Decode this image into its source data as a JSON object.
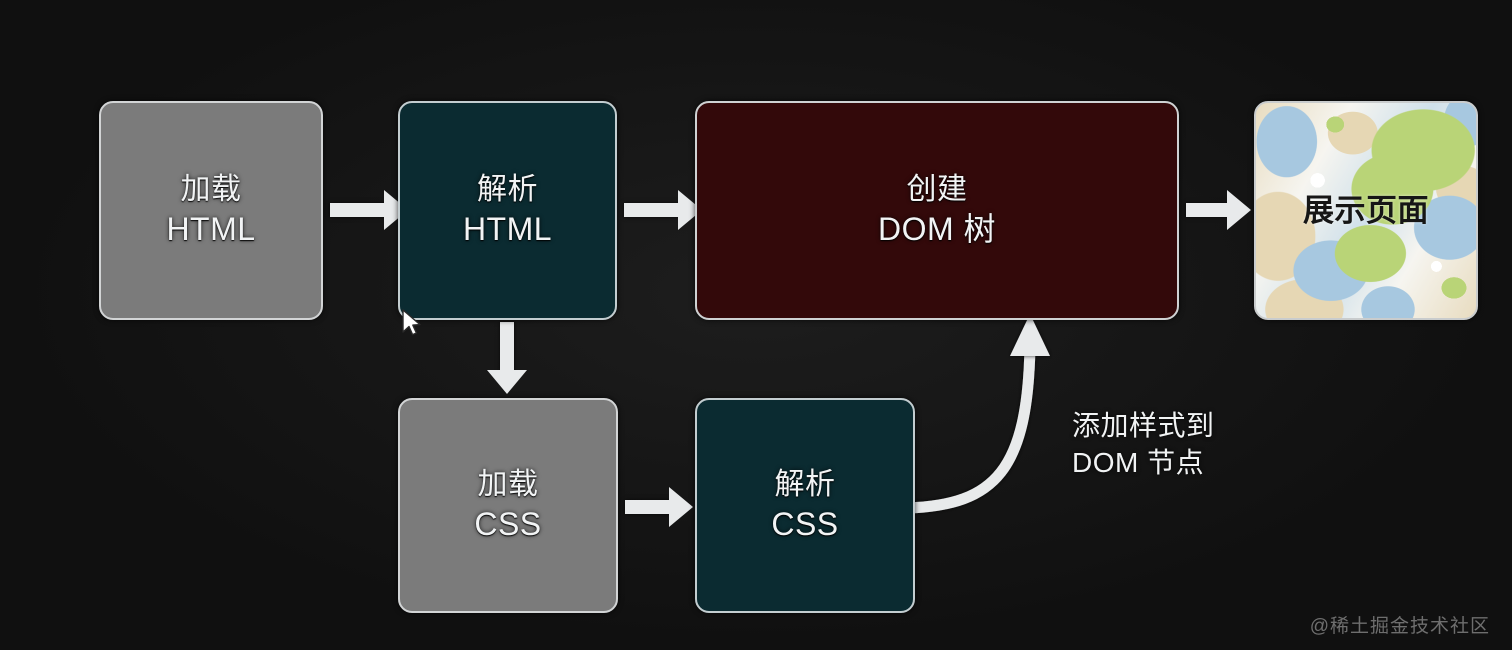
{
  "diagram": {
    "background_color": "#101010",
    "nodes": [
      {
        "id": "load-html",
        "line1": "加载",
        "line2": "HTML",
        "style": "gray",
        "fill": "#7b7b7b"
      },
      {
        "id": "parse-html",
        "line1": "解析",
        "line2": "HTML",
        "style": "teal",
        "fill": "#0b2b31"
      },
      {
        "id": "create-dom",
        "line1": "创建",
        "line2": "DOM 树",
        "style": "maroon",
        "fill": "#33090a"
      },
      {
        "id": "show-page",
        "line1": "展示页面",
        "line2": "",
        "style": "image",
        "fill": "#f4f3ee"
      },
      {
        "id": "load-css",
        "line1": "加载",
        "line2": "CSS",
        "style": "gray",
        "fill": "#7b7b7b"
      },
      {
        "id": "parse-css",
        "line1": "解析",
        "line2": "CSS",
        "style": "teal",
        "fill": "#0b2b31"
      }
    ],
    "edges": [
      {
        "id": "load-html-to-parse-html",
        "label": ""
      },
      {
        "id": "parse-html-to-create-dom",
        "label": ""
      },
      {
        "id": "create-dom-to-show-page",
        "label": ""
      },
      {
        "id": "parse-html-to-load-css",
        "label": ""
      },
      {
        "id": "load-css-to-parse-css",
        "label": ""
      },
      {
        "id": "parse-css-to-create-dom",
        "label": "添加样式到 DOM 节点"
      }
    ],
    "curve_label": {
      "line1": "添加样式到",
      "line2": "DOM 节点"
    },
    "arrow_color": "#e8eaeb",
    "border_color": "#c9cccd",
    "text_color": "#f2f4f5"
  },
  "watermark": {
    "text": "@稀土掘金技术社区"
  }
}
